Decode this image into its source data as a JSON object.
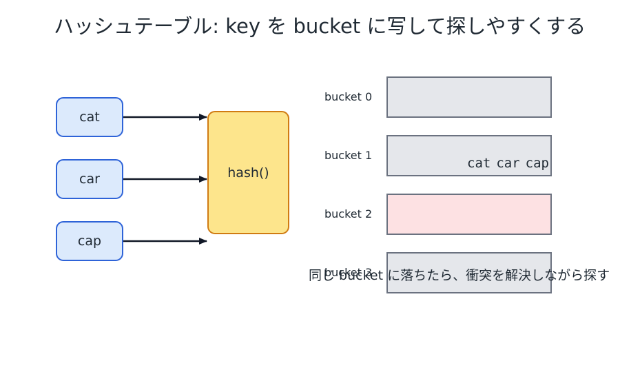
{
  "title": "ハッシュテーブル: key を bucket に写して探しやすくする",
  "keys": [
    "cat",
    "car",
    "cap"
  ],
  "hash_function": "hash()",
  "buckets": [
    {
      "label": "bucket 0",
      "entries": [],
      "highlighted": false
    },
    {
      "label": "bucket 1",
      "entries": [
        "cat",
        "car",
        "cap"
      ],
      "highlighted": false
    },
    {
      "label": "bucket 2",
      "entries": [],
      "highlighted": true
    },
    {
      "label": "bucket 3",
      "entries": [],
      "highlighted": false
    }
  ],
  "note": "同じ bucket に落ちたら、衝突を解決しながら探す",
  "colors": {
    "key_fill": "#dceafc",
    "key_border": "#2e63d8",
    "hash_fill": "#fde58c",
    "hash_border": "#d07b12",
    "bucket_fill": "#e5e7eb",
    "bucket_highlight": "#fde1e3",
    "bucket_border": "#6b7280",
    "arrow": "#111827"
  }
}
